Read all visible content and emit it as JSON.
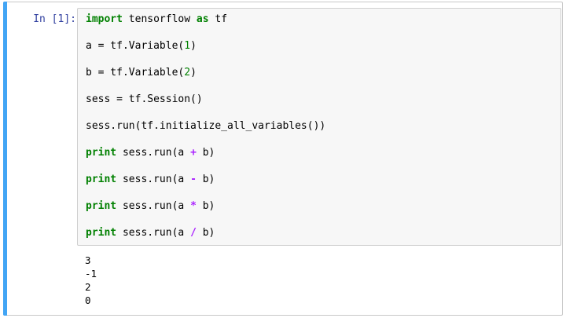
{
  "cell": {
    "prompt": "In [1]:",
    "code": {
      "line1": {
        "kw": "import",
        "mid": " tensorflow ",
        "kw2": "as",
        "rest": " tf"
      },
      "line2": {
        "pre": "a = tf.Variable(",
        "num": "1",
        "post": ")"
      },
      "line3": {
        "pre": "b = tf.Variable(",
        "num": "2",
        "post": ")"
      },
      "line4": {
        "text": "sess = tf.Session()"
      },
      "line5": {
        "text": "sess.run(tf.initialize_all_variables())"
      },
      "line6": {
        "kw": "print",
        "pre": " sess.run(a ",
        "op": "+",
        "post": " b)"
      },
      "line7": {
        "kw": "print",
        "pre": " sess.run(a ",
        "op": "-",
        "post": " b)"
      },
      "line8": {
        "kw": "print",
        "pre": " sess.run(a ",
        "op": "*",
        "post": " b)"
      },
      "line9": {
        "kw": "print",
        "pre": " sess.run(a ",
        "op": "/",
        "post": " b)"
      }
    },
    "output": [
      "3",
      "-1",
      "2",
      "0"
    ]
  },
  "colors": {
    "selected_bar": "#42a5f5",
    "prompt": "#303f9f",
    "keyword": "#008000",
    "operator": "#aa22ff",
    "input_bg": "#f7f7f7"
  }
}
